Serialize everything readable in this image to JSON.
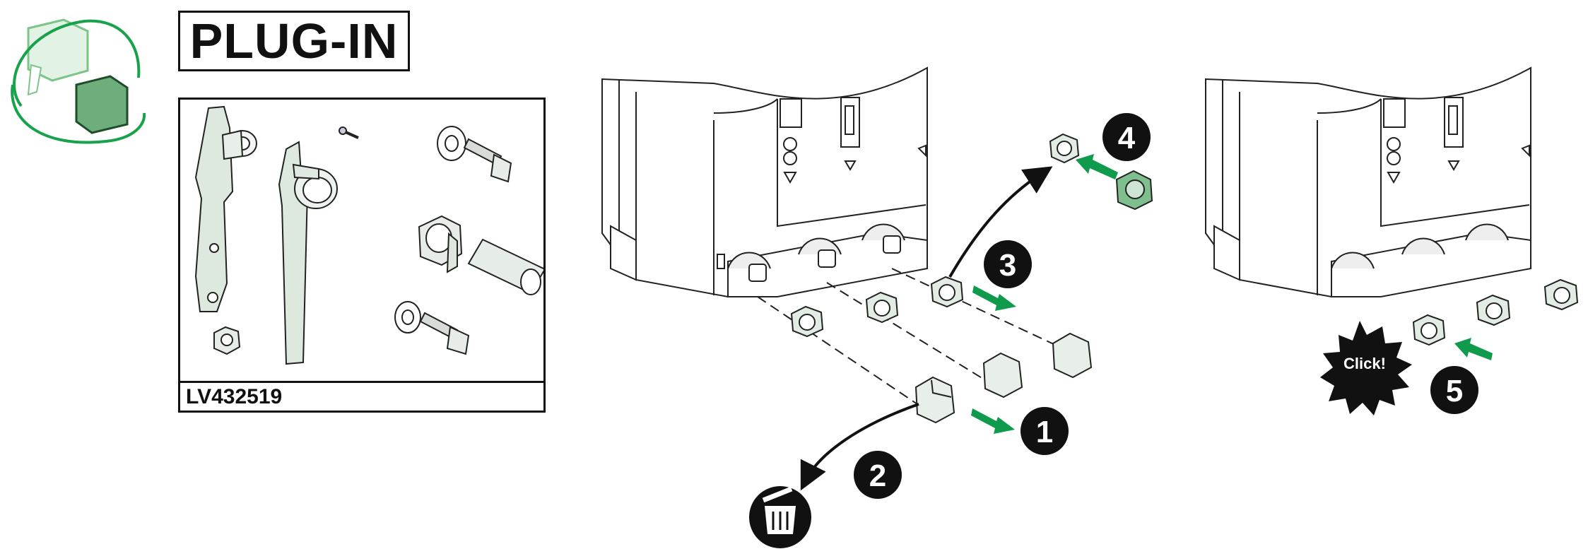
{
  "title": "PLUG-IN",
  "kit": {
    "reference": "LV432519"
  },
  "steps": [
    {
      "number": "1"
    },
    {
      "number": "2"
    },
    {
      "number": "3"
    },
    {
      "number": "4"
    },
    {
      "number": "5"
    }
  ],
  "click_label": "Click!",
  "colors": {
    "arrow_green": "#0f9a4c",
    "part_green": "#7fbf8e",
    "ink": "#111111"
  },
  "icons": [
    "plug-in-cubes-icon",
    "trash-can-icon",
    "click-burst-icon"
  ]
}
